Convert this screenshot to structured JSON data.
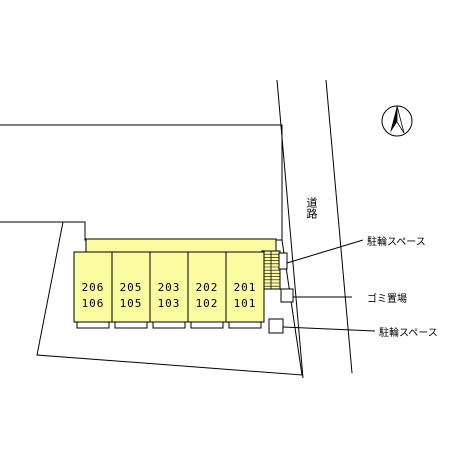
{
  "colors": {
    "building_fill": "#fbfba0",
    "outline": "#000000",
    "background": "#ffffff"
  },
  "north_symbol": "north-arrow-icon",
  "road_label": "道路",
  "units": [
    {
      "upper": "206",
      "lower": "106"
    },
    {
      "upper": "205",
      "lower": "105"
    },
    {
      "upper": "203",
      "lower": "103"
    },
    {
      "upper": "202",
      "lower": "102"
    },
    {
      "upper": "201",
      "lower": "101"
    }
  ],
  "callouts": {
    "bike_parking_1": "駐輪スペース",
    "garbage": "ゴミ置場",
    "bike_parking_2": "駐輪スペース"
  }
}
